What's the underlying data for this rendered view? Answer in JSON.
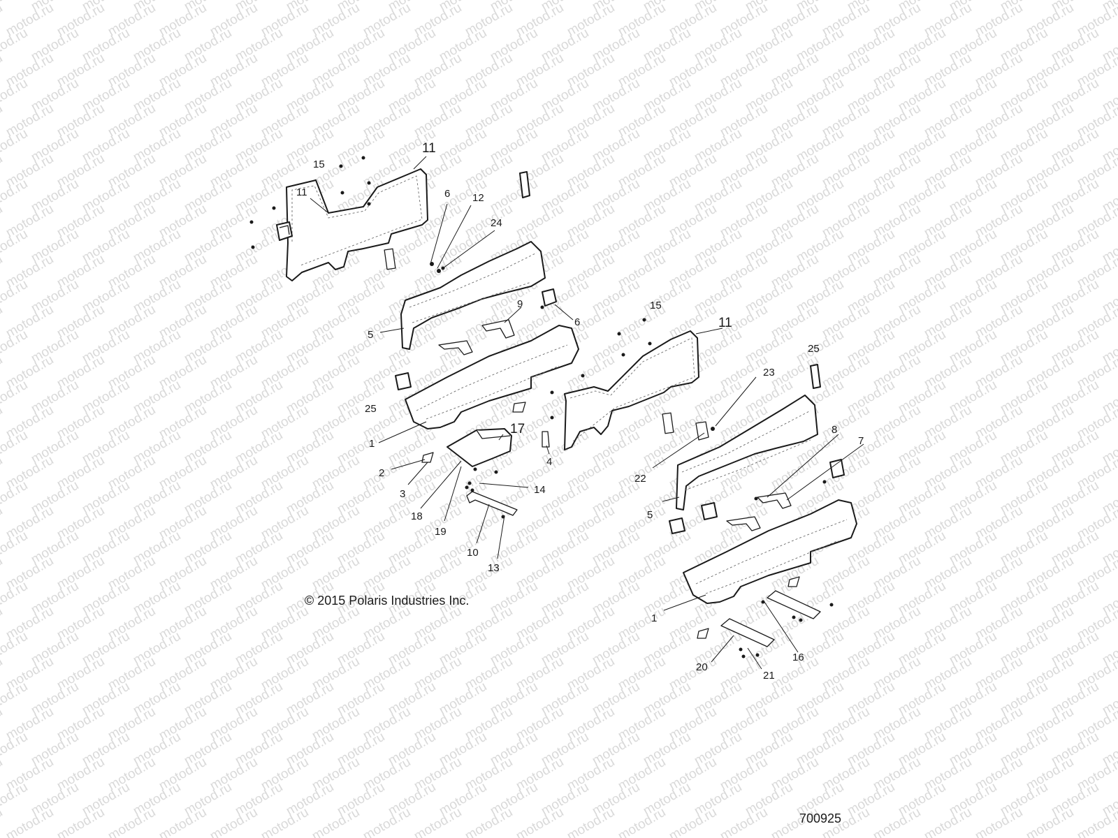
{
  "watermark": "motod.ru",
  "copyright": "© 2015 Polaris Industries Inc.",
  "diagram_number": "700925",
  "callouts": [
    {
      "id": "c15a",
      "text": "15"
    },
    {
      "id": "c11a",
      "text": "11"
    },
    {
      "id": "c11b",
      "text": "11"
    },
    {
      "id": "c6a",
      "text": "6"
    },
    {
      "id": "c12",
      "text": "12"
    },
    {
      "id": "c24",
      "text": "24"
    },
    {
      "id": "c9",
      "text": "9"
    },
    {
      "id": "c6b",
      "text": "6"
    },
    {
      "id": "c5a",
      "text": "5"
    },
    {
      "id": "c25a",
      "text": "25"
    },
    {
      "id": "c1a",
      "text": "1"
    },
    {
      "id": "c17",
      "text": "17"
    },
    {
      "id": "c4",
      "text": "4"
    },
    {
      "id": "c2",
      "text": "2"
    },
    {
      "id": "c3",
      "text": "3"
    },
    {
      "id": "c14",
      "text": "14"
    },
    {
      "id": "c18",
      "text": "18"
    },
    {
      "id": "c19",
      "text": "19"
    },
    {
      "id": "c10",
      "text": "10"
    },
    {
      "id": "c13",
      "text": "13"
    },
    {
      "id": "c15b",
      "text": "15"
    },
    {
      "id": "c11c",
      "text": "11"
    },
    {
      "id": "c25b",
      "text": "25"
    },
    {
      "id": "c23",
      "text": "23"
    },
    {
      "id": "c8",
      "text": "8"
    },
    {
      "id": "c7",
      "text": "7"
    },
    {
      "id": "c22",
      "text": "22"
    },
    {
      "id": "c5b",
      "text": "5"
    },
    {
      "id": "c1b",
      "text": "1"
    },
    {
      "id": "c16",
      "text": "16"
    },
    {
      "id": "c20",
      "text": "20"
    },
    {
      "id": "c21",
      "text": "21"
    }
  ]
}
